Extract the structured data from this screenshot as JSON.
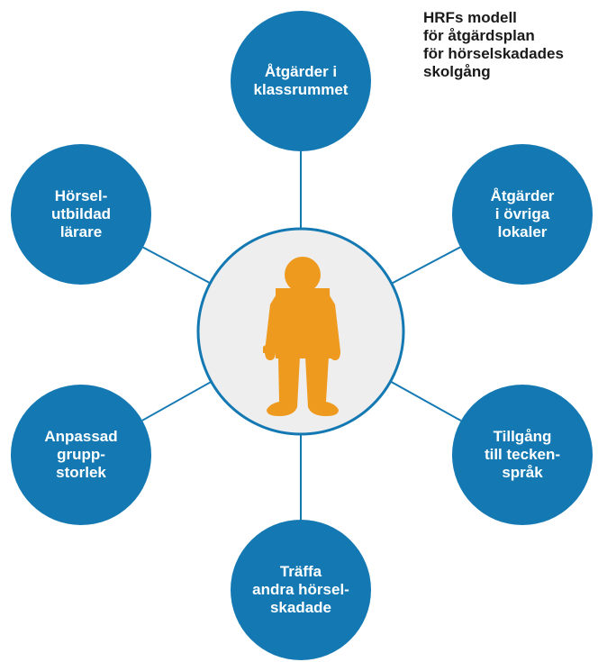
{
  "title_lines": [
    "HRFs modell",
    "för åtgärdsplan",
    "för hörselskadades",
    "skolgång"
  ],
  "colors": {
    "node_fill": "#1479b3",
    "connector": "#1479b3",
    "center_fill": "#eeeeee",
    "center_stroke": "#1479b3",
    "figure": "#ee9a1f",
    "label_text": "#ffffff",
    "title_text": "#1a1a1a"
  },
  "center": {
    "icon": "person-icon"
  },
  "nodes": [
    {
      "id": "top",
      "lines": [
        "Åtgärder i",
        "klassrummet"
      ]
    },
    {
      "id": "upper-right",
      "lines": [
        "Åtgärder",
        "i övriga",
        "lokaler"
      ]
    },
    {
      "id": "lower-right",
      "lines": [
        "Tillgång",
        "till tecken-",
        "språk"
      ]
    },
    {
      "id": "bottom",
      "lines": [
        "Träffa",
        "andra hörsel-",
        "skadade"
      ]
    },
    {
      "id": "lower-left",
      "lines": [
        "Anpassad",
        "grupp-",
        "storlek"
      ]
    },
    {
      "id": "upper-left",
      "lines": [
        "Hörsel-",
        "utbildad",
        "lärare"
      ]
    }
  ]
}
